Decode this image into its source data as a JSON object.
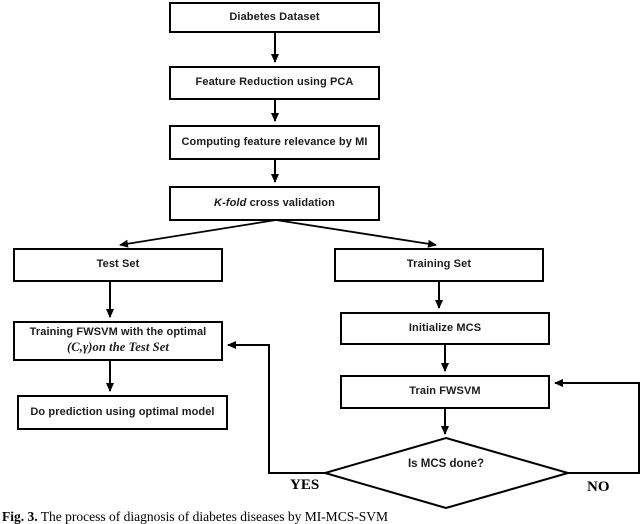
{
  "figure": {
    "caption_bold": "Fig. 3.",
    "caption_rest": " The process of diagnosis of diabetes diseases by MI-MCS-SVM"
  },
  "colors": {
    "line": "#000000",
    "box_fill": "#ffffff",
    "background": "#ffffff",
    "text": "#1c1c1c"
  },
  "flowchart": {
    "nodes": {
      "diabetes_dataset": {
        "label": "Diabetes Dataset"
      },
      "feature_reduction": {
        "label": "Feature Reduction using PCA"
      },
      "feature_relevance": {
        "label": "Computing feature relevance by MI"
      },
      "kfold": {
        "label_italic": "K-fold",
        "label_rest": " cross validation"
      },
      "training_fwsvm_optimal": {
        "line1": "Training FWSVM with the optimal",
        "line2": "(C,γ)on the Test Set"
      },
      "test_set": {
        "label": "Test Set"
      },
      "do_prediction": {
        "label": "Do prediction using optimal model"
      },
      "training_set": {
        "label": "Training Set"
      },
      "initialize_mcs": {
        "label": "Initialize MCS"
      },
      "train_fwsvm": {
        "label": "Train FWSVM"
      },
      "is_mcs_done": {
        "label": "Is MCS done?"
      }
    },
    "edge_labels": {
      "yes": "YES",
      "no": "NO"
    }
  }
}
